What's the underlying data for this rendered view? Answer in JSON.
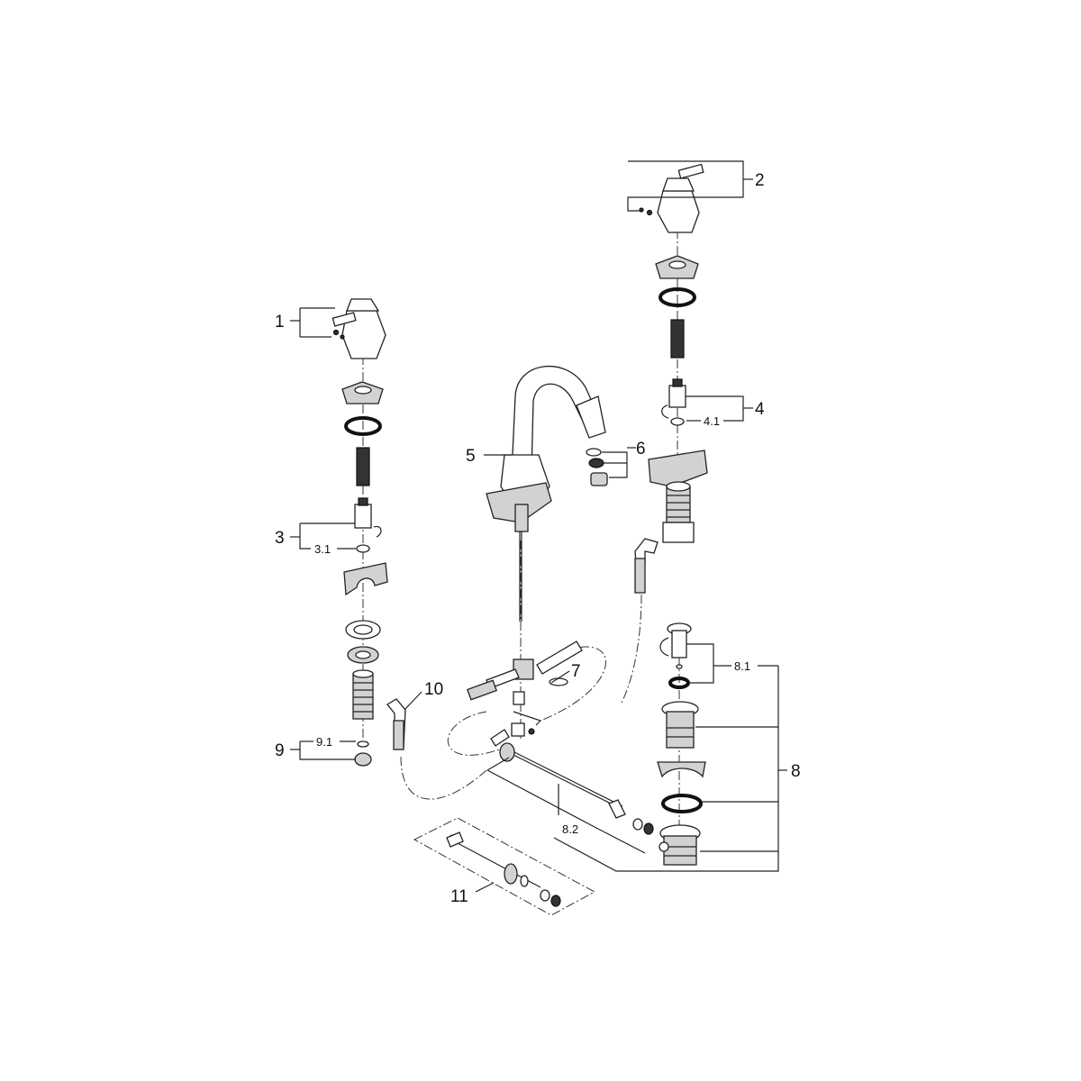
{
  "diagram": {
    "callouts": {
      "c1": "1",
      "c2": "2",
      "c3": "3",
      "c3_1": "3.1",
      "c4": "4",
      "c4_1": "4.1",
      "c5": "5",
      "c6": "6",
      "c7": "7",
      "c8": "8",
      "c8_1": "8.1",
      "c8_2": "8.2",
      "c9": "9",
      "c9_1": "9.1",
      "c10": "10",
      "c11": "11"
    }
  }
}
